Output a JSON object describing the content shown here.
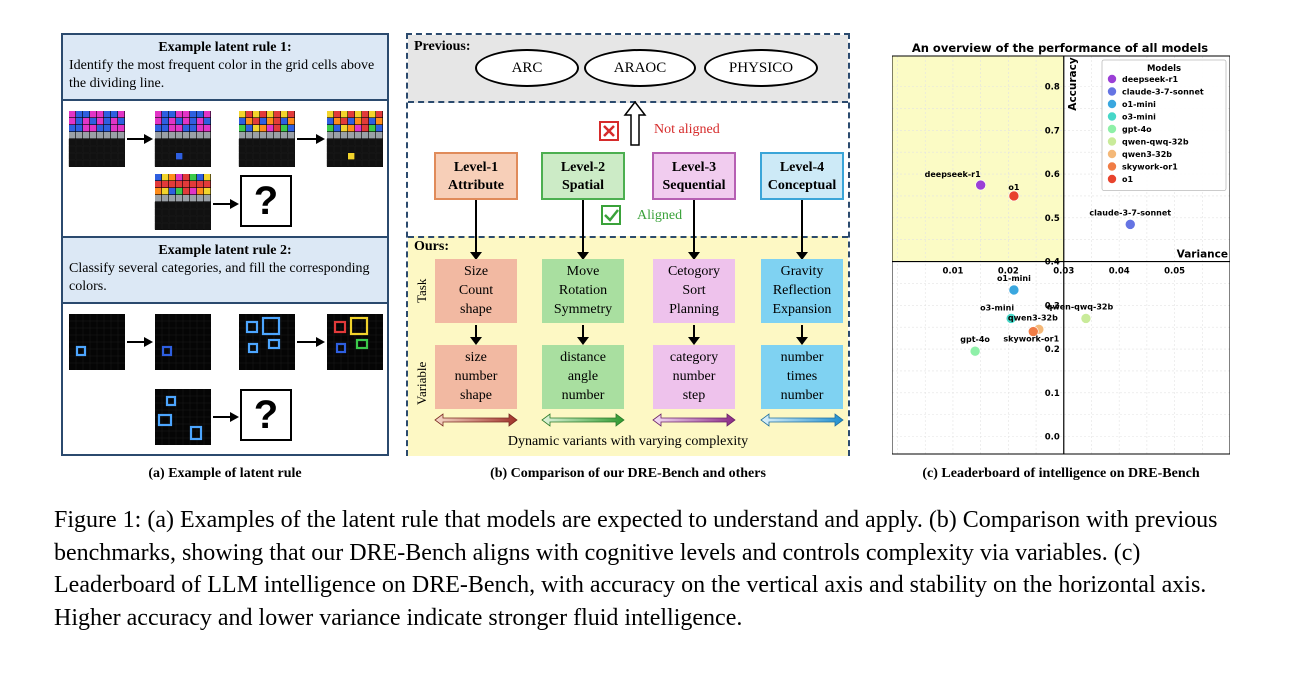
{
  "panel_a": {
    "rule1_title": "Example latent rule 1:",
    "rule1_text": "Identify the most frequent color in the grid cells above the dividing line.",
    "rule2_title": "Example latent rule 2:",
    "rule2_text": "Classify several categories, and fill the corresponding colors.",
    "question_mark": "?",
    "caption": "(a) Example of latent rule"
  },
  "panel_b": {
    "previous_label": "Previous:",
    "previous_items": [
      "ARC",
      "ARAOC",
      "PHYSICO"
    ],
    "not_aligned": "Not aligned",
    "aligned": "Aligned",
    "ours_label": "Ours:",
    "row_task": "Task",
    "row_variable": "Variable",
    "levels": [
      {
        "line1": "Level-1",
        "line2": "Attribute",
        "task": [
          "Size",
          "Count",
          "shape"
        ],
        "variable": [
          "size",
          "number",
          "shape"
        ],
        "bg": "#f7cfb8",
        "border": "#e08b5a",
        "var_bg": "#f2b9a2"
      },
      {
        "line1": "Level-2",
        "line2": "Spatial",
        "task": [
          "Move",
          "Rotation",
          "Symmetry"
        ],
        "variable": [
          "distance",
          "angle",
          "number"
        ],
        "bg": "#ccebc6",
        "border": "#4caf50",
        "var_bg": "#a9dfa0"
      },
      {
        "line1": "Level-3",
        "line2": "Sequential",
        "task": [
          "Cetogory",
          "Sort",
          "Planning"
        ],
        "variable": [
          "category",
          "number",
          "step"
        ],
        "bg": "#f1ccef",
        "border": "#b660b3",
        "var_bg": "#eec2ec"
      },
      {
        "line1": "Level-4",
        "line2": "Conceptual",
        "task": [
          "Gravity",
          "Reflection",
          "Expansion"
        ],
        "variable": [
          "number",
          "times",
          "number"
        ],
        "bg": "#cdeaf7",
        "border": "#3aa5d8",
        "var_bg": "#7fd2f2"
      }
    ],
    "dynamic_text": "Dynamic variants with varying complexity",
    "caption": "(b) Comparison of our DRE-Bench and others"
  },
  "chart_data": {
    "type": "scatter",
    "title": "An overview of the performance of all models",
    "xlabel": "Variance",
    "ylabel": "Accuracy",
    "xlim": [
      -0.001,
      0.06
    ],
    "ylim": [
      -0.04,
      0.87
    ],
    "x_ticks": [
      "0.01",
      "0.02",
      "0.03",
      "0.04",
      "0.05"
    ],
    "y_ticks": [
      "0.0",
      "0.1",
      "0.2",
      "0.3",
      "0.4",
      "0.5",
      "0.6",
      "0.7",
      "0.8"
    ],
    "legend_title": "Models",
    "legend_position": "top-right",
    "highlight_region": {
      "x": [
        -0.001,
        0.03
      ],
      "y": [
        0.4,
        0.87
      ],
      "color": "#fbfbc5"
    },
    "points": [
      {
        "name": "deepseek-r1",
        "x": 0.015,
        "y": 0.575,
        "color": "#9b3fd6"
      },
      {
        "name": "claude-3-7-sonnet",
        "x": 0.042,
        "y": 0.485,
        "color": "#6574e3"
      },
      {
        "name": "o1-mini",
        "x": 0.021,
        "y": 0.335,
        "color": "#3aa7df"
      },
      {
        "name": "o3-mini",
        "x": 0.0205,
        "y": 0.27,
        "color": "#47d7c8"
      },
      {
        "name": "gpt-4o",
        "x": 0.014,
        "y": 0.195,
        "color": "#8ef0a8"
      },
      {
        "name": "qwen-qwq-32b",
        "x": 0.034,
        "y": 0.27,
        "color": "#c9eb9a"
      },
      {
        "name": "qwen3-32b",
        "x": 0.0255,
        "y": 0.245,
        "color": "#f4b878"
      },
      {
        "name": "skywork-or1",
        "x": 0.0245,
        "y": 0.24,
        "color": "#f07c45"
      },
      {
        "name": "o1",
        "x": 0.021,
        "y": 0.55,
        "color": "#e8432d"
      }
    ],
    "caption": "(c) Leaderboard of intelligence on DRE-Bench"
  },
  "figure_caption": "Figure 1: (a) Examples of the latent rule that models are expected to understand and apply. (b) Comparison with previous benchmarks, showing that our DRE-Bench aligns with cognitive levels and controls complexity via variables. (c) Leaderboard of LLM intelligence on DRE-Bench, with accuracy on the vertical axis and stability on the horizontal axis. Higher accuracy and lower variance indicate stronger fluid intelligence.",
  "grid_palettes": {
    "magenta_blue": [
      "#e234c6",
      "#2e5fe0",
      "#2e5fe0",
      "#e234c6"
    ],
    "multi": [
      "#f2d42c",
      "#2e5fe0",
      "#3bc94b",
      "#e23a3a",
      "#e234c6",
      "#ff8c1a"
    ]
  }
}
